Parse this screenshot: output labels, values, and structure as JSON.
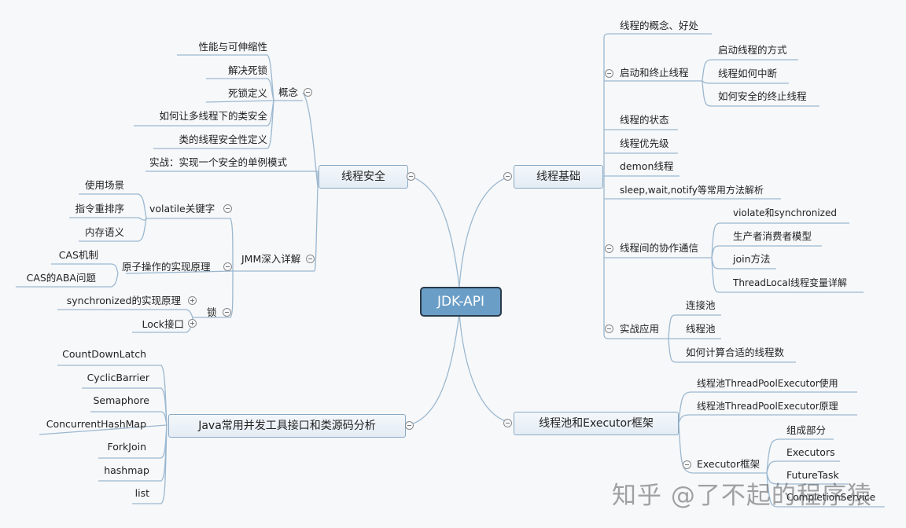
{
  "root": {
    "label": "JDK-API"
  },
  "left": {
    "thread_safety": {
      "label": "线程安全",
      "concept": {
        "label": "概念",
        "items": [
          "性能与可伸缩性",
          "解决死锁",
          "死锁定义",
          "如何让多线程下的类安全",
          "类的线程安全性定义"
        ]
      },
      "practice": "实战：实现一个安全的单例模式"
    },
    "jmm": {
      "label": "JMM深入详解",
      "volatile": {
        "label": "volatile关键字",
        "items": [
          "使用场景",
          "指令重排序",
          "内存语义"
        ]
      },
      "atomic": {
        "label": "原子操作的实现原理",
        "items": [
          "CAS机制",
          "CAS的ABA问题"
        ]
      },
      "lock": {
        "label": "锁",
        "items": [
          "synchronized的实现原理",
          "Lock接口"
        ]
      }
    },
    "tools": {
      "label": "Java常用并发工具接口和类源码分析",
      "items": [
        "CountDownLatch",
        "CyclicBarrier",
        "Semaphore",
        "ConcurrentHashMap",
        "ForkJoin",
        "hashmap",
        "list"
      ]
    }
  },
  "right": {
    "basics": {
      "label": "线程基础",
      "concept": "线程的概念、好处",
      "start_stop": {
        "label": "启动和终止线程",
        "items": [
          "启动线程的方式",
          "线程如何中断",
          "如何安全的终止线程"
        ]
      },
      "state": "线程的状态",
      "priority": "线程优先级",
      "daemon": "demon线程",
      "methods": "sleep,wait,notify等常用方法解析",
      "cooperation": {
        "label": "线程间的协作通信",
        "items": [
          "violate和synchronized",
          "生产者消费者模型",
          "join方法",
          "ThreadLocal线程变量详解"
        ]
      },
      "practice": {
        "label": "实战应用",
        "items": [
          "连接池",
          "线程池",
          "如何计算合适的线程数"
        ]
      }
    },
    "executor": {
      "label": "线程池和Executor框架",
      "usage": "线程池ThreadPoolExecutor使用",
      "principle": "线程池ThreadPoolExecutor原理",
      "framework": {
        "label": "Executor框架",
        "items": [
          "组成部分",
          "Executors",
          "FutureTask",
          "CompletionService"
        ]
      }
    }
  },
  "watermark": "知乎 @了不起的程序猿",
  "colors": {
    "line": "#9bb8d0",
    "root_fill": "#6a9ec7",
    "root_border": "#2a3a4a",
    "background": "#f7f8fa"
  }
}
